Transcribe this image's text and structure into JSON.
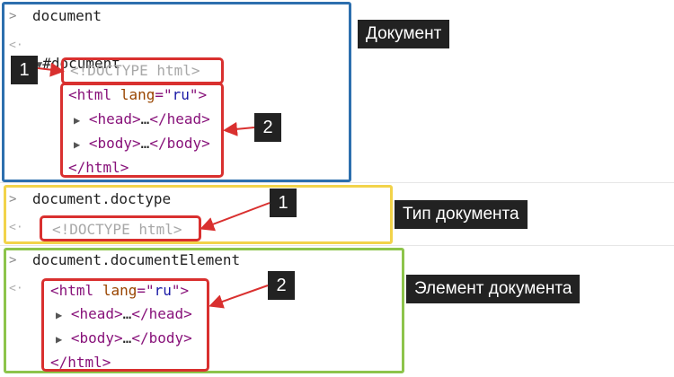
{
  "console": {
    "cmd1": "document",
    "node_root": "#document",
    "cmd2": "document.doctype",
    "cmd3": "document.documentElement"
  },
  "code": {
    "doctype": "<!DOCTYPE html>",
    "html_open": "<html",
    "lang_attr": "lang",
    "eq_quote": "=\"",
    "lang_value": "ru",
    "close_quote_bracket": "\">",
    "head_open": "<head>",
    "ellipsis": "…",
    "head_close": "</head>",
    "body_open": "<body>",
    "body_close": "</body>",
    "html_close": "</html>"
  },
  "labels": {
    "document": "Документ",
    "doctype": "Тип документа",
    "document_element": "Элемент документа"
  },
  "badges": {
    "one": "1",
    "two": "2"
  },
  "colors": {
    "section1_border": "#2d6fae",
    "section2_border": "#f2d34a",
    "section3_border": "#8dc44b",
    "highlight": "#d9302f",
    "tag": "#88127a",
    "attr": "#994500",
    "value": "#1a1aa6"
  },
  "icons": {
    "prompt": "chevron-right-icon",
    "result": "return-arrow-icon",
    "expanded": "triangle-down-icon",
    "collapsed": "triangle-right-icon"
  }
}
